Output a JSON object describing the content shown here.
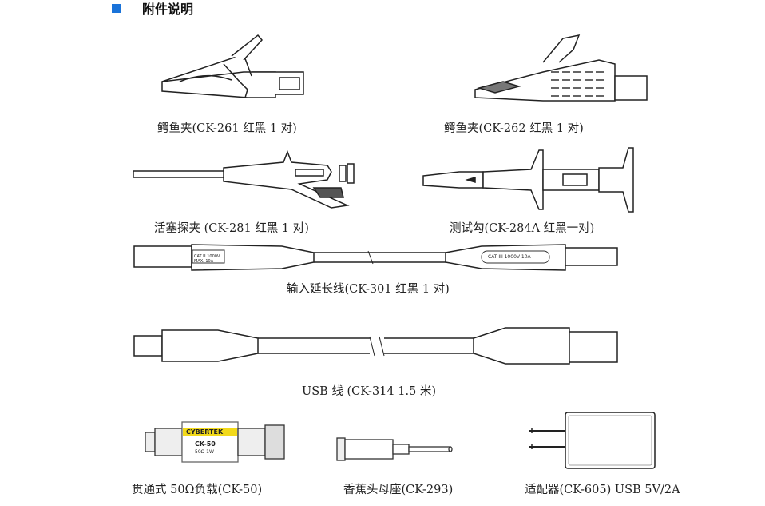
{
  "section_title": "附件说明",
  "accent_color": "#1a73d9",
  "items": [
    {
      "caption": "鳄鱼夹(CK-261 红黑 1 对)"
    },
    {
      "caption": "鳄鱼夹(CK-262 红黑 1 对)"
    },
    {
      "caption": "活塞探夹 (CK-281 红黑 1 对)"
    },
    {
      "caption": "测试勾(CK-284A 红黑一对)"
    },
    {
      "caption": "输入延长线(CK-301 红黑 1 对)",
      "label_left": "CAT Ⅲ 1000V",
      "label_left2": "MAX. 10A",
      "label_right": "CAT III 1000V 10A"
    },
    {
      "caption": "USB 线 (CK-314 1.5 米)"
    },
    {
      "caption": "贯通式 50Ω负载(CK-50)",
      "brand": "CYBERTEK",
      "model": "CK-50",
      "spec": "50Ω 1W"
    },
    {
      "caption": "香蕉头母座(CK-293)"
    },
    {
      "caption": "适配器(CK-605) USB 5V/2A"
    }
  ]
}
